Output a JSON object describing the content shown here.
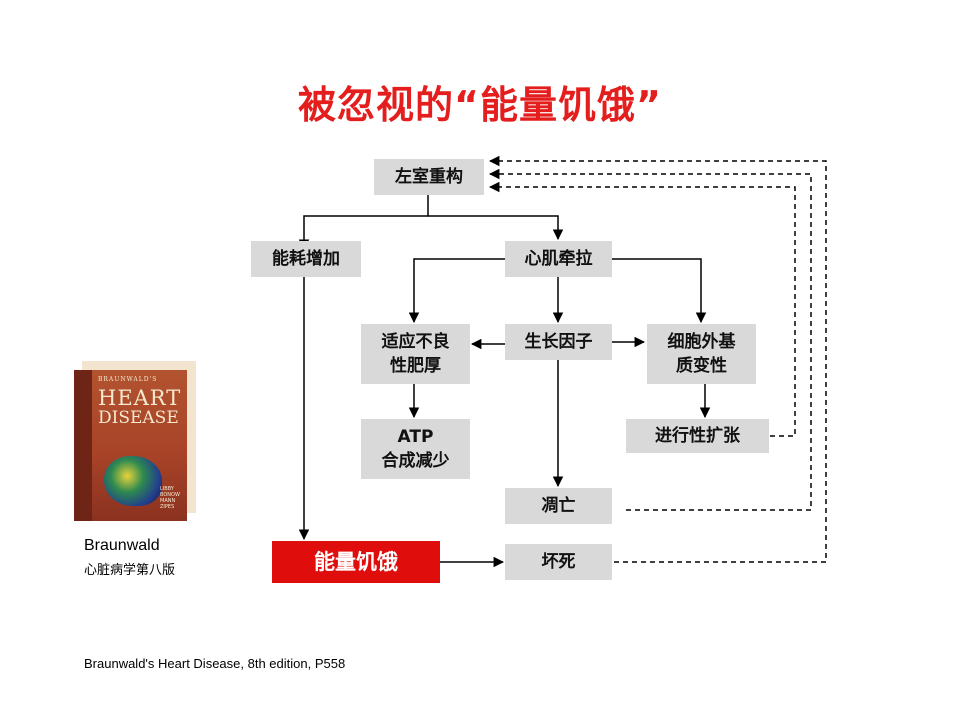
{
  "title": "被忽视的“能量饥饿”",
  "nodes": {
    "lv_remodeling": "左室重构",
    "energy_increase": "能耗增加",
    "myocardial_stretch": "心肌牵拉",
    "maladaptive_hypertrophy": [
      "适应不良",
      "性肥厚"
    ],
    "growth_factor": "生长因子",
    "ecm_change": [
      "细胞外基",
      "质变性"
    ],
    "atp_reduction": [
      "ATP",
      "合成减少"
    ],
    "progressive_dilation": "进行性扩张",
    "apoptosis": "凋亡",
    "energy_starvation": "能量饥饿",
    "necrosis": "坏死"
  },
  "book": {
    "line1": "BRAUNWALD'S",
    "line2": "HEART",
    "line3": "DISEASE",
    "authors": [
      "LIBBY",
      "BONOW",
      "MANN",
      "ZIPES"
    ]
  },
  "caption": {
    "name": "Braunwald",
    "subtitle": "心脏病学第八版"
  },
  "citation": "Braunwald's Heart Disease, 8th edition, P558",
  "colors": {
    "title": "#e41d1d",
    "highlight": "#e00d0d",
    "box": "#d9d9d9"
  }
}
